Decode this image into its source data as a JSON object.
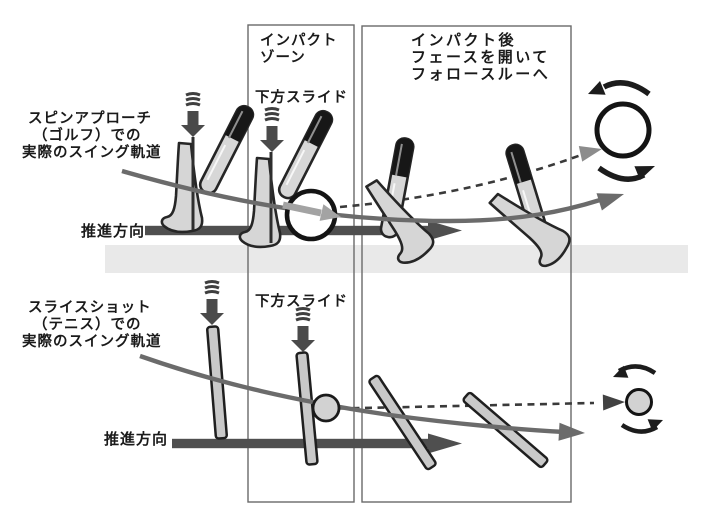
{
  "diagram": {
    "impact_zone_box": {
      "line1": "インパクト",
      "line2": "ゾーン"
    },
    "after_impact_box": {
      "line1": "インパクト後",
      "line2": "フェースを開いて",
      "line3": "フォロースルーへ"
    },
    "golf_panel": {
      "swing_label": {
        "line1": "スピンアプローチ",
        "line2": "（ゴルフ）での",
        "line3": "実際のスイング軌道"
      },
      "down_slide_label": "下方スライド",
      "propulsion_label": "推進方向"
    },
    "tennis_panel": {
      "swing_label": {
        "line1": "スライスショット",
        "line2": "（テニス）での",
        "line3": "実際のスイング軌道"
      },
      "down_slide_label": "下方スライド",
      "propulsion_label": "推進方向"
    },
    "colors": {
      "equipment_fill": "#d6d6d6",
      "grip_black": "#171717",
      "outline_dark": "#262626",
      "swing_path_gray": "#6b6b6b",
      "propulsion_dark": "#4f4f4f",
      "dashed_dark": "#3a3a3a",
      "spin_arrow_black": "#1c1c1c",
      "ground_band_gray": "#e9e9e9",
      "box_border_gray": "#6a6a6a",
      "golf_ball_fill": "#ffffff",
      "tennis_ball_fill": "#d2d2d2"
    }
  }
}
